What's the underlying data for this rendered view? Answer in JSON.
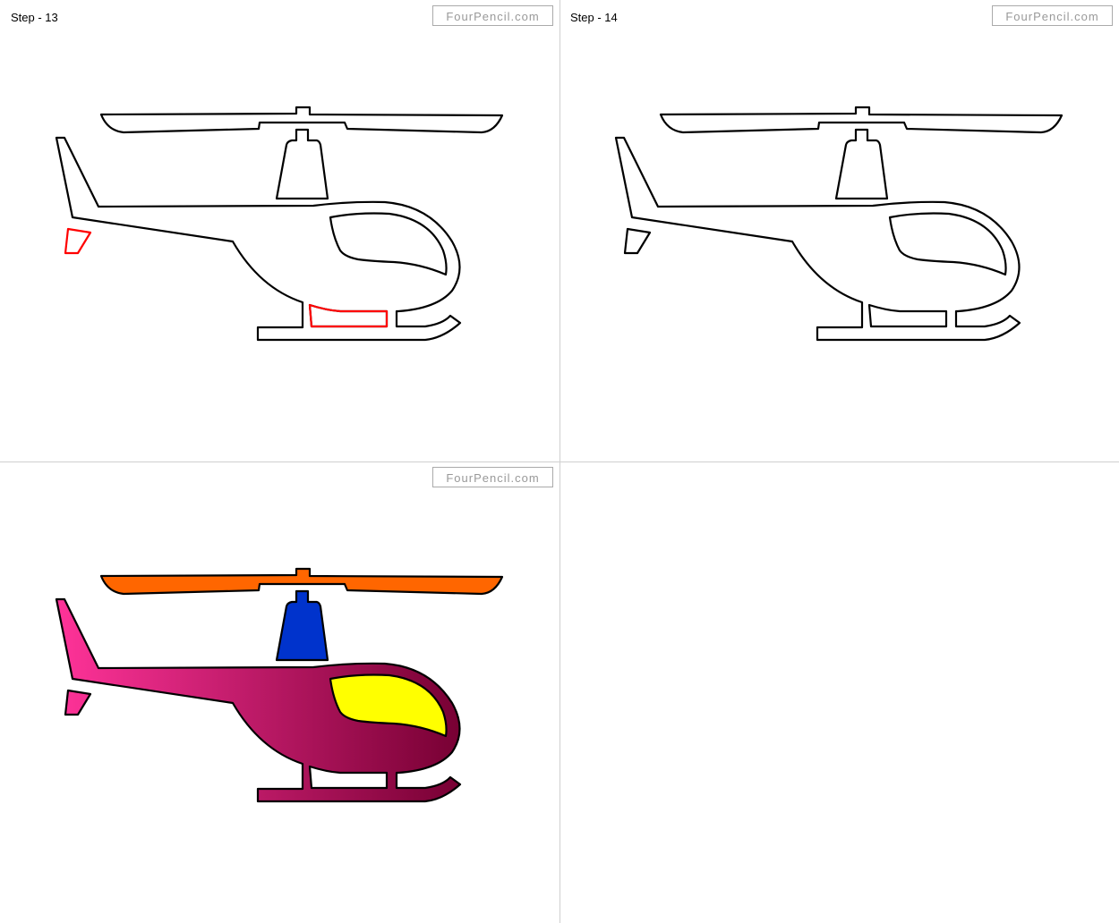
{
  "panels": [
    {
      "step_label": "Step - 13",
      "watermark": "FourPencil.com",
      "mode": "outline",
      "highlight_color": "#ff0000"
    },
    {
      "step_label": "Step - 14",
      "watermark": "FourPencil.com",
      "mode": "outline"
    },
    {
      "step_label": "",
      "watermark": "FourPencil.com",
      "mode": "colored"
    }
  ],
  "colors": {
    "rotor": "#ff6600",
    "mast": "#0033cc",
    "body_light": "#ff3399",
    "body_dark": "#770033",
    "window": "#ffff00",
    "outline": "#000000"
  }
}
